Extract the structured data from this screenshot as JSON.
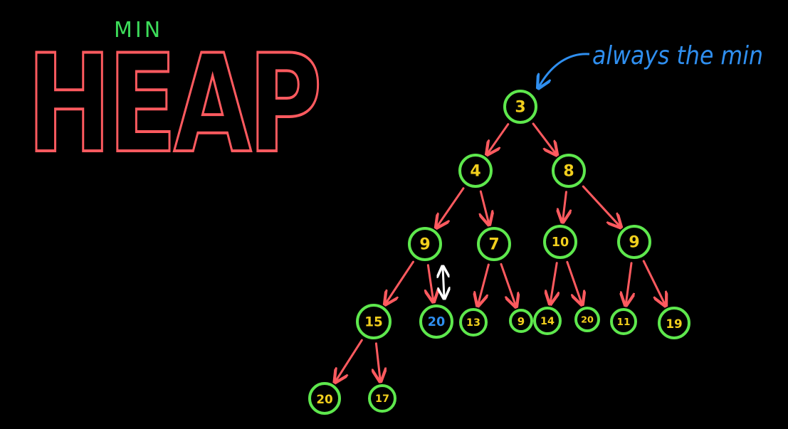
{
  "title": {
    "prefix": "MIN",
    "main": "HEAP",
    "prefix_color": "#3ddc5a",
    "main_color": "#ff5a5f"
  },
  "annotation": {
    "text": "always the min",
    "color": "#2f8ff0"
  },
  "colors": {
    "node_ring": "#5ee84d",
    "node_value": "#f2cf1d",
    "node_value_highlight": "#2f8ff0",
    "edge": "#ff5a5f",
    "swap_arrow": "#ffffff",
    "background": "#000000"
  },
  "nodes": [
    {
      "id": "n3",
      "value": "3",
      "parent": null
    },
    {
      "id": "n4",
      "value": "4",
      "parent": "n3"
    },
    {
      "id": "n8",
      "value": "8",
      "parent": "n3"
    },
    {
      "id": "n9a",
      "value": "9",
      "parent": "n4"
    },
    {
      "id": "n7",
      "value": "7",
      "parent": "n4"
    },
    {
      "id": "n10",
      "value": "10",
      "parent": "n8"
    },
    {
      "id": "n9b",
      "value": "9",
      "parent": "n8"
    },
    {
      "id": "n15",
      "value": "15",
      "parent": "n9a"
    },
    {
      "id": "n20a",
      "value": "20",
      "parent": "n9a",
      "highlight": true
    },
    {
      "id": "n13",
      "value": "13",
      "parent": "n7"
    },
    {
      "id": "n9c",
      "value": "9",
      "parent": "n7"
    },
    {
      "id": "n14",
      "value": "14",
      "parent": "n10"
    },
    {
      "id": "n20b",
      "value": "20",
      "parent": "n10"
    },
    {
      "id": "n11",
      "value": "11",
      "parent": "n9b"
    },
    {
      "id": "n19",
      "value": "19",
      "parent": "n9b"
    },
    {
      "id": "n20c",
      "value": "20",
      "parent": "n15"
    },
    {
      "id": "n17",
      "value": "17",
      "parent": "n15"
    }
  ],
  "swap": {
    "from": "n9a",
    "to": "n20a"
  }
}
